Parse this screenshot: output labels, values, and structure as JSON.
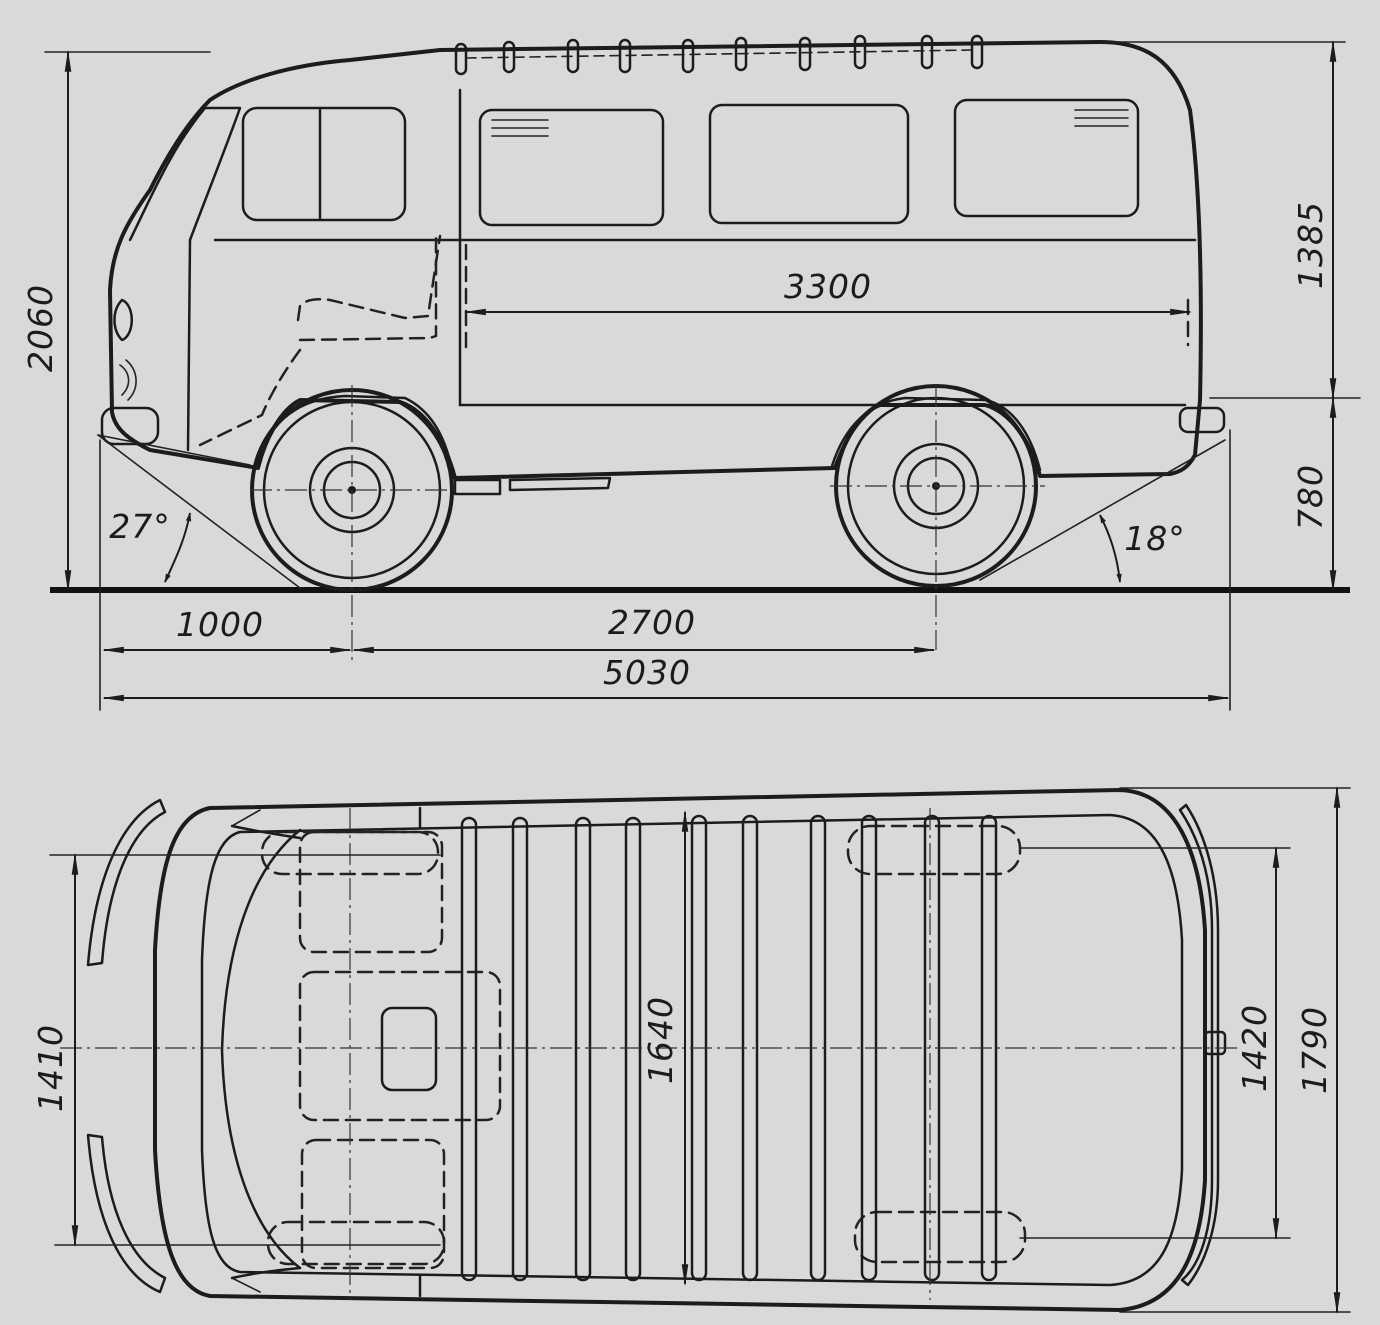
{
  "side_view": {
    "dimensions": {
      "overall_height": "2060",
      "upper_body_height": "1385",
      "lower_height": "780",
      "cargo_length": "3300",
      "front_overhang": "1000",
      "wheelbase": "2700",
      "overall_length": "5030"
    },
    "angles": {
      "approach": "27°",
      "departure": "18°"
    }
  },
  "top_view": {
    "dimensions": {
      "front_track": "1410",
      "interior_width": "1640",
      "rear_track": "1420",
      "overall_width": "1790"
    }
  }
}
